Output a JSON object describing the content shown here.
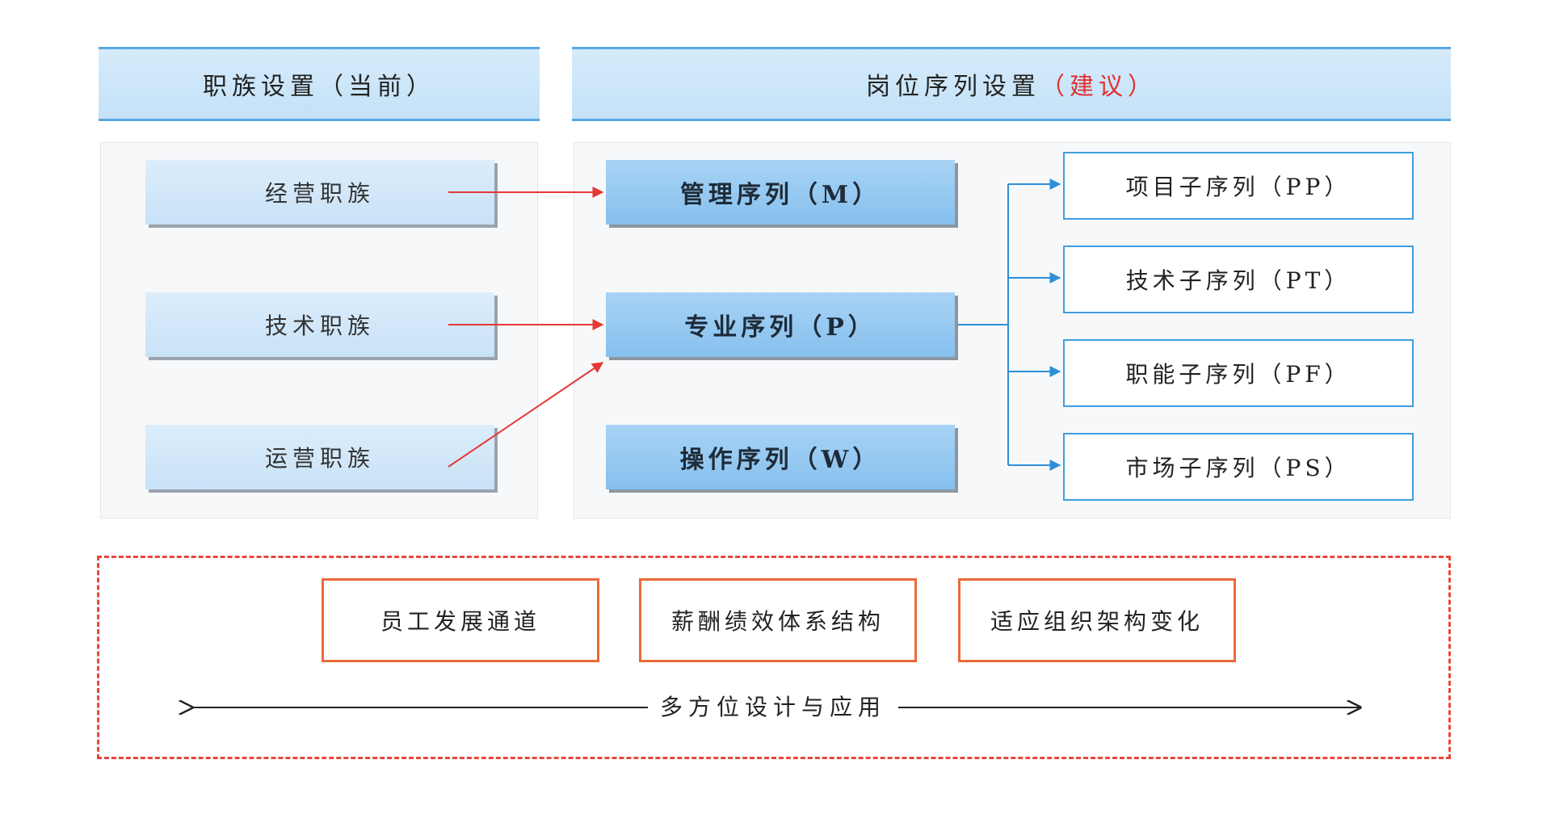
{
  "header": {
    "left_title": "职族设置（当前）",
    "right_title_main": "岗位序列设置",
    "right_title_suggest": "（建议）"
  },
  "families": [
    "经营职族",
    "技术职族",
    "运营职族"
  ],
  "sequences": [
    "管理序列（M）",
    "专业序列（P）",
    "操作序列（W）"
  ],
  "sub_sequences": [
    "项目子序列（PP）",
    "技术子序列（PT）",
    "职能子序列（PF）",
    "市场子序列（PS）"
  ],
  "bottom": {
    "boxes": [
      "员工发展通道",
      "薪酬绩效体系结构",
      "适应组织架构变化"
    ],
    "caption": "多方位设计与应用"
  },
  "colors": {
    "red_arrow": "#e53935",
    "blue_line": "#2e8fd8",
    "dash_border": "#e8473a",
    "orange_border": "#ea6a3a"
  }
}
